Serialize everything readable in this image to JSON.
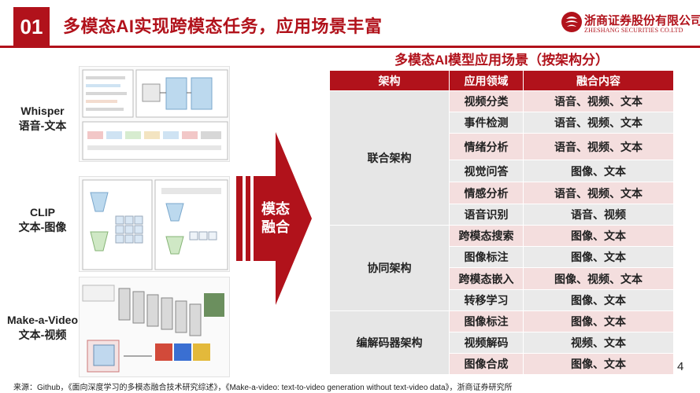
{
  "header": {
    "number": "01",
    "title": "多模态AI实现跨模态任务，应用场景丰富",
    "logo_cn": "浙商证券股份有限公司",
    "logo_en": "ZHESHANG SECURITIES CO.LTD",
    "brand_color": "#b1121b"
  },
  "models": [
    {
      "name": "Whisper",
      "desc": "语音-文本"
    },
    {
      "name": "CLIP",
      "desc": "文本-图像"
    },
    {
      "name": "Make-a-Video",
      "desc": "文本-视频"
    }
  ],
  "arrow": {
    "line1": "模态",
    "line2": "融合"
  },
  "table": {
    "title": "多模态AI模型应用场景（按架构分）",
    "headers": [
      "架构",
      "应用领域",
      "融合内容"
    ],
    "groups": [
      {
        "arch": "联合架构",
        "rows": [
          {
            "field": "视频分类",
            "content": "语音、视频、文本"
          },
          {
            "field": "事件检测",
            "content": "语音、视频、文本"
          },
          {
            "field": "情绪分析",
            "content": "语音、视频、文本"
          },
          {
            "field": "视觉问答",
            "content": "图像、文本"
          },
          {
            "field": "情感分析",
            "content": "语音、视频、文本"
          },
          {
            "field": "语音识别",
            "content": "语音、视频"
          }
        ]
      },
      {
        "arch": "协同架构",
        "rows": [
          {
            "field": "跨模态搜索",
            "content": "图像、文本"
          },
          {
            "field": "图像标注",
            "content": "图像、文本"
          },
          {
            "field": "跨模态嵌入",
            "content": "图像、视频、文本"
          },
          {
            "field": "转移学习",
            "content": "图像、文本"
          }
        ]
      },
      {
        "arch": "编解码器架构",
        "rows": [
          {
            "field": "图像标注",
            "content": "图像、文本"
          },
          {
            "field": "视频解码",
            "content": "视频、文本"
          },
          {
            "field": "图像合成",
            "content": "图像、文本"
          }
        ]
      }
    ]
  },
  "footer": {
    "page": "4",
    "source": "来源：Github，《面向深度学习的多模态融合技术研究综述》，《Make-a-video: text-to-video generation without text-video data》，浙商证券研究所"
  }
}
